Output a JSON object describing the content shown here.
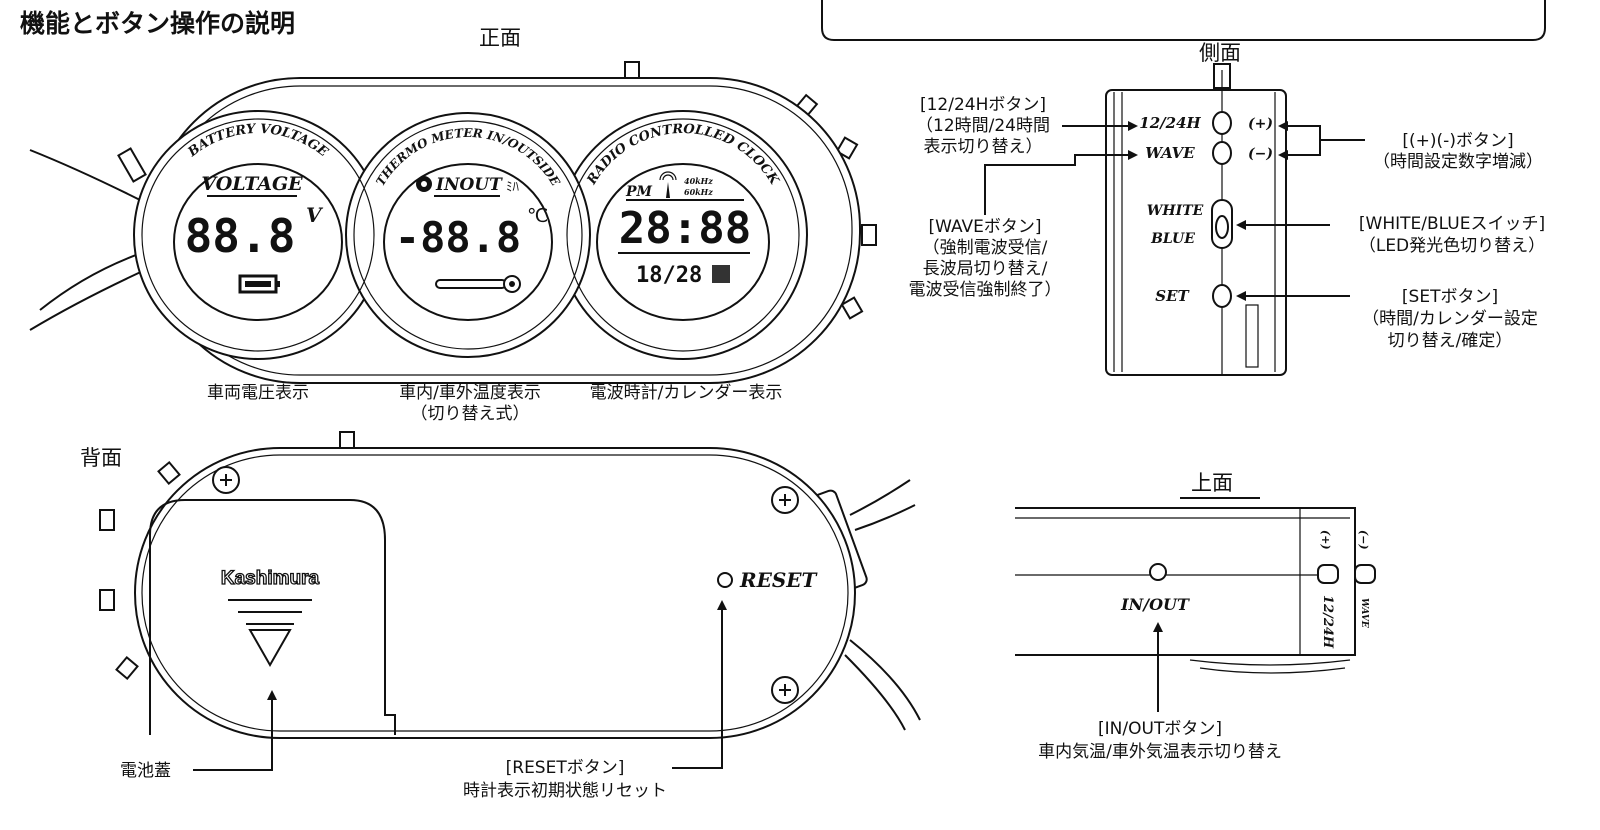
{
  "title": "機能とボタン操作の説明",
  "views": {
    "front": "正面",
    "side": "側面",
    "back": "背面",
    "top": "上面"
  },
  "front": {
    "dial1": {
      "ring": "BATTERY VOLTAGE",
      "label": "VOLTAGE",
      "digits": "88.8",
      "unit": "V",
      "caption": "車両電圧表示"
    },
    "dial2": {
      "ring": "THERMO METER IN/OUTSIDE",
      "label": "INOUT",
      "digits": "-88.8",
      "unit": "℃",
      "caption": "車内/車外温度表示",
      "caption2": "（切り替え式）"
    },
    "dial3": {
      "ring": "RADIO CONTROLLED CLOCK",
      "pm": "PM",
      "freq1": "40kHz",
      "freq2": "60kHz",
      "time": "28:88",
      "date": "18/28",
      "caption": "電波時計/カレンダー表示"
    }
  },
  "side": {
    "btn_1224": "12/24H",
    "btn_wave": "WAVE",
    "plus": "(+)",
    "minus": "(−)",
    "white": "WHITE",
    "blue": "BLUE",
    "set": "SET",
    "callout_1224": [
      "[12/24Hボタン]",
      "（12時間/24時間",
      "表示切り替え）"
    ],
    "callout_wave": [
      "[WAVEボタン]",
      "（強制電波受信/",
      "長波局切り替え/",
      "電波受信強制終了）"
    ],
    "callout_pm": [
      "[(+)(-)ボタン]",
      "（時間設定数字増減）"
    ],
    "callout_wb": [
      "[WHITE/BLUEスイッチ]",
      "（LED発光色切り替え）"
    ],
    "callout_set": [
      "[SETボタン]",
      "（時間/カレンダー設定",
      "切り替え/確定）"
    ]
  },
  "back": {
    "brand": "Kashimura",
    "reset": "RESET",
    "callout_battery": "電池蓋",
    "callout_reset": [
      "[RESETボタン]",
      "時計表示初期状態リセット"
    ]
  },
  "top": {
    "inout": "IN/OUT",
    "plus": "(+)",
    "minus": "(−)",
    "btn_1224": "12/24H",
    "btn_wave": "WAVE",
    "callout_inout": [
      "[IN/OUTボタン]",
      "車内気温/車外気温表示切り替え"
    ]
  }
}
